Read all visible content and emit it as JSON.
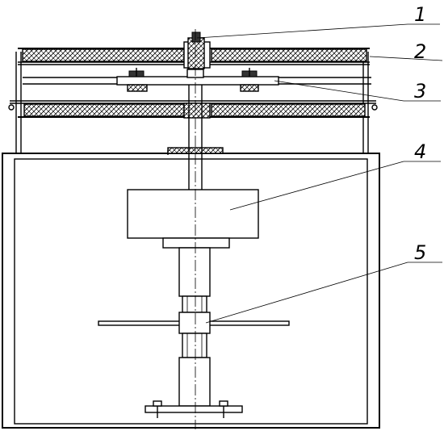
{
  "drawing": {
    "callouts": [
      {
        "label": "1",
        "part": "top-shaft-coupling"
      },
      {
        "label": "2",
        "part": "upper-heater-panel"
      },
      {
        "label": "3",
        "part": "rotating-plate"
      },
      {
        "label": "4",
        "part": "motor-housing"
      },
      {
        "label": "5",
        "part": "shaft-coupling-disc"
      }
    ]
  }
}
